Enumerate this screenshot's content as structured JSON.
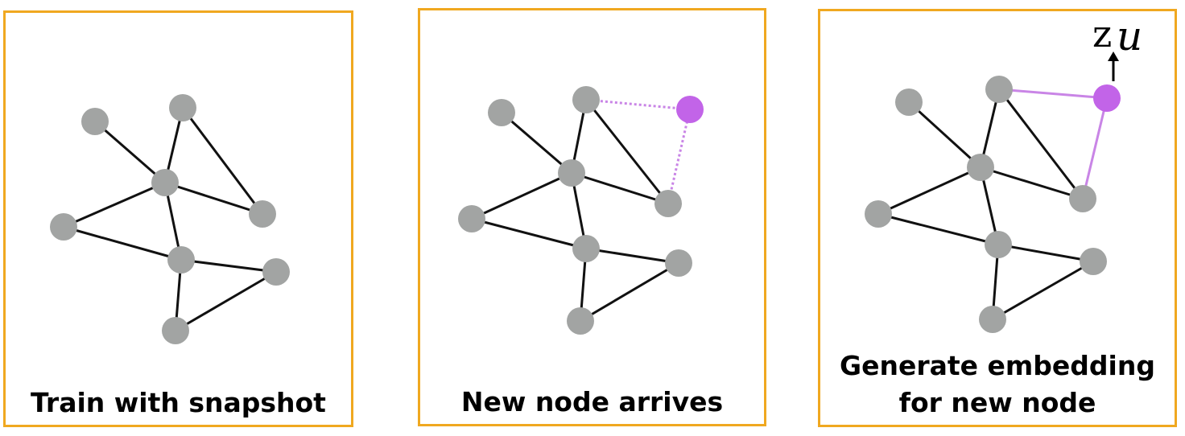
{
  "colors": {
    "border": "#f0a820",
    "node": "#a2a4a3",
    "new_node": "#c264e8",
    "edge": "#111111",
    "new_edge": "#c985e6"
  },
  "panels": [
    {
      "caption_lines": [
        "Train with snapshot"
      ],
      "new_node": false,
      "new_edge_style": "none"
    },
    {
      "caption_lines": [
        "New node arrives"
      ],
      "new_node": true,
      "new_edge_style": "dotted"
    },
    {
      "caption_lines": [
        "Generate embedding",
        "for new node"
      ],
      "new_node": true,
      "new_edge_style": "solid",
      "embedding_label": "z",
      "embedding_subscript": "u"
    }
  ]
}
